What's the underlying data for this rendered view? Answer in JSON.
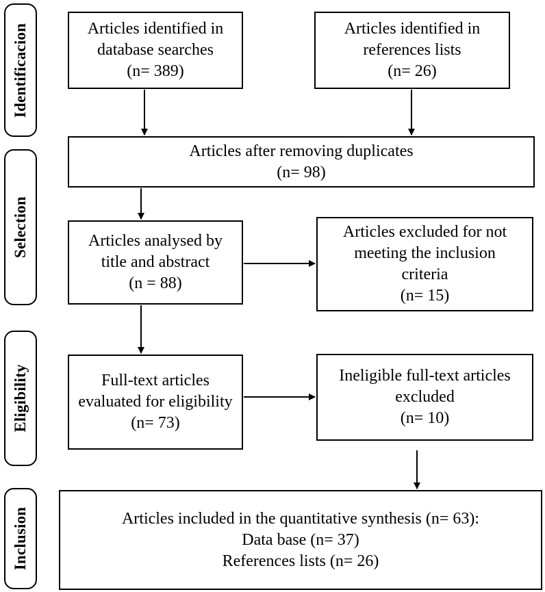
{
  "stages": {
    "identification": "Identificacion",
    "selection": "Selection",
    "eligibility": "Eligibility",
    "inclusion": "Inclusion"
  },
  "boxes": {
    "database_search": {
      "lines": [
        "Articles identified in",
        "database searches",
        "(n= 389)"
      ]
    },
    "references_lists": {
      "lines": [
        "Articles identified in",
        "references lists",
        "(n= 26)"
      ]
    },
    "after_duplicates": {
      "lines": [
        "Articles after removing duplicates",
        "(n= 98)"
      ]
    },
    "title_abstract": {
      "lines": [
        "Articles analysed by",
        "title and abstract",
        "(n = 88)"
      ]
    },
    "excluded_criteria": {
      "lines": [
        "Articles excluded for not",
        "meeting the inclusion",
        "criteria",
        "(n= 15)"
      ]
    },
    "full_text": {
      "lines": [
        "Full-text articles",
        "evaluated for eligibility",
        "(n= 73)"
      ]
    },
    "ineligible": {
      "lines": [
        "Ineligible full-text articles",
        "excluded",
        "(n= 10)"
      ]
    },
    "included": {
      "lines": [
        "Articles included in the quantitative synthesis (n= 63):",
        "Data base (n= 37)",
        "References lists (n= 26)"
      ]
    }
  }
}
